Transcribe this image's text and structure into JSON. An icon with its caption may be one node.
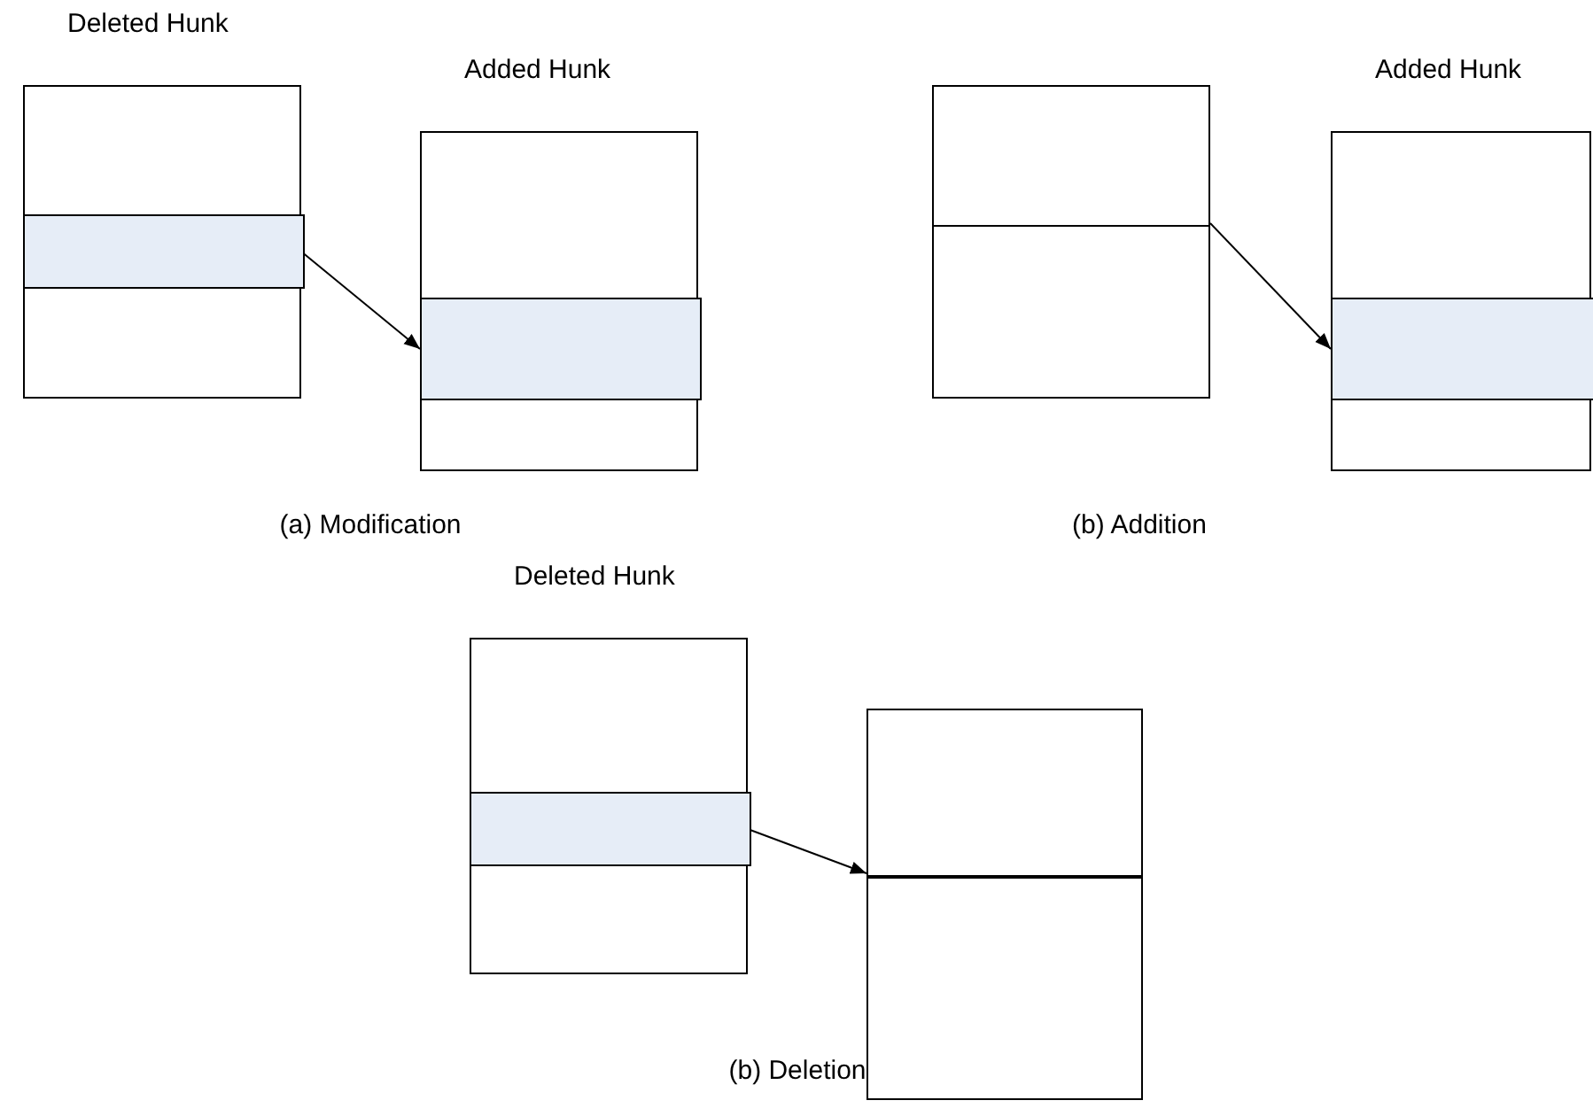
{
  "diagram": {
    "nodes": [
      {
        "text": [
          "Deleted Hunk"
        ]
      },
      {
        "text": [],
        "shape": "bar",
        "in": 0
      },
      {
        "text": [
          "Added Hunk"
        ]
      },
      {
        "text": [],
        "shape": "bar",
        "in": 2
      },
      {
        "text": [],
        "shape": "box"
      },
      {
        "text": [
          "Added Hunk"
        ]
      },
      {
        "text": [],
        "shape": "bar",
        "in": 5
      },
      {
        "text": [
          "Deleted Hunk"
        ]
      },
      {
        "text": [],
        "shape": "bar",
        "in": 7
      },
      {
        "text": [],
        "shape": "box"
      }
    ],
    "edges": [
      {
        "from": 1,
        "to": 3,
        "arrow": "to"
      },
      {
        "from": 4,
        "to": 6,
        "arrow": "to"
      },
      {
        "from": 8,
        "to": 9,
        "arrow": "to"
      }
    ],
    "labels": [
      "(a) Modification",
      "(b) Addition",
      "(b) Deletion"
    ]
  }
}
